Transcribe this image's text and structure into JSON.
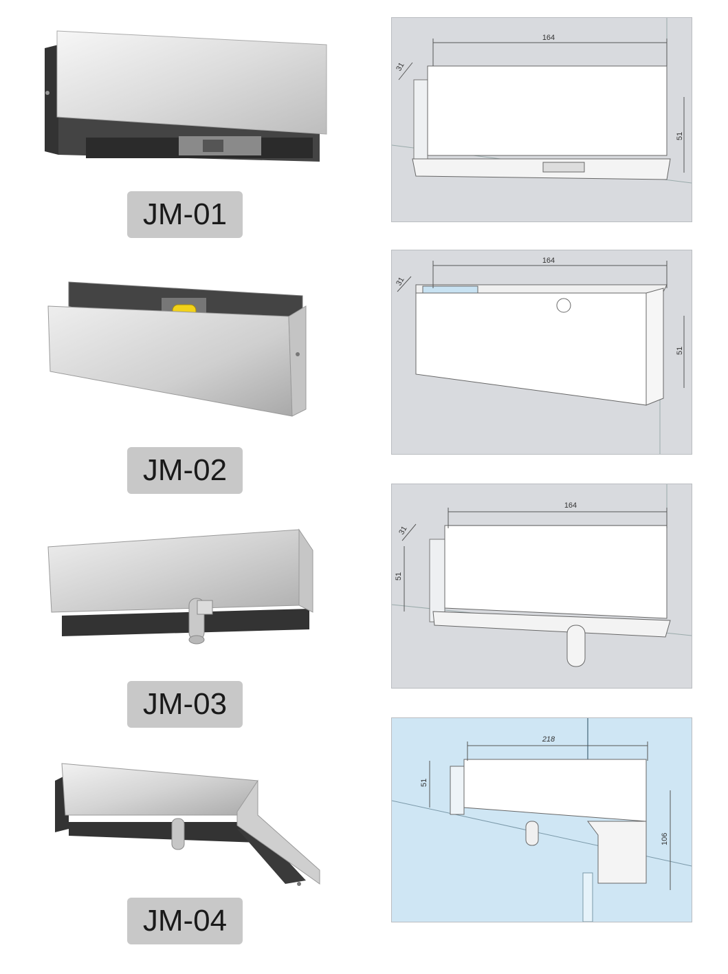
{
  "products": [
    {
      "model": "JM-01",
      "dims": {
        "length": "164",
        "depth": "31",
        "height": "51"
      }
    },
    {
      "model": "JM-02",
      "dims": {
        "length": "164",
        "depth": "31",
        "height": "51"
      }
    },
    {
      "model": "JM-03",
      "dims": {
        "length": "164",
        "depth": "31",
        "height": "51"
      }
    },
    {
      "model": "JM-04",
      "dims": {
        "length": "218",
        "depth": "51",
        "height": "106"
      }
    }
  ],
  "colors": {
    "label_bg": "#c8c8c8",
    "drawing_bg_grey": "#d8dade",
    "drawing_bg_blue": "#cfe6f4",
    "steel": "#d9dbdd"
  }
}
